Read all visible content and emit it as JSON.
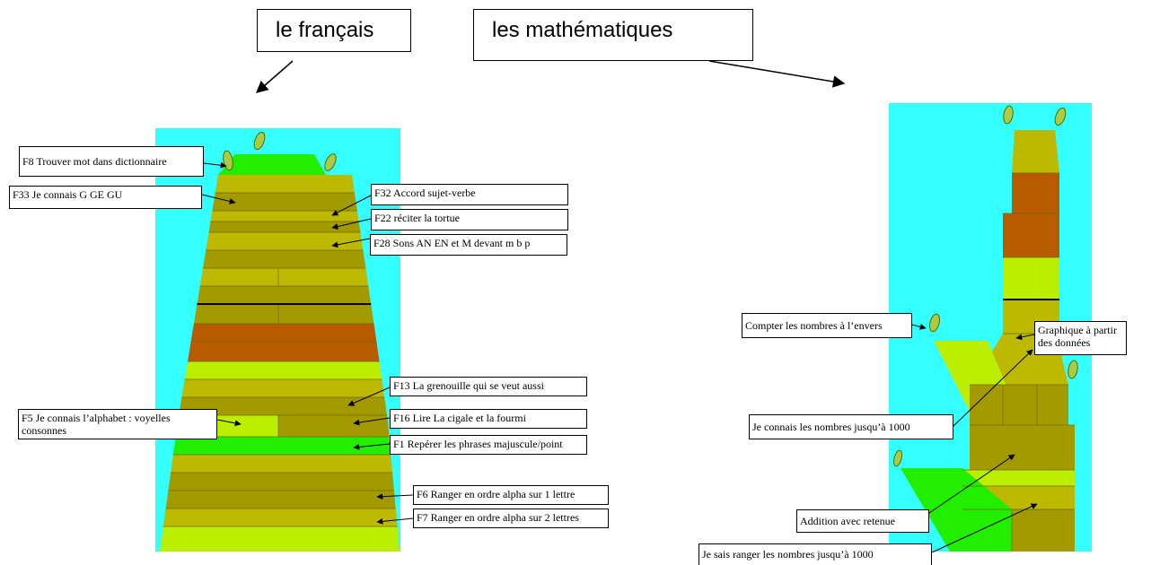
{
  "headers": {
    "francais": "le français",
    "maths": "les mathématiques"
  },
  "francais_labels": {
    "f8": "F8 Trouver mot dans dictionnaire",
    "f33": "F33 Je connais G GE GU",
    "f32": "F32 Accord sujet-verbe",
    "f22": "F22 réciter la tortue",
    "f28": "F28 Sons AN EN et M devant m b p",
    "f13": "F13 La grenouille qui se veut aussi",
    "f5": "F5 Je connais l’alphabet : voyelles consonnes",
    "f16": "F16 Lire La cigale et la fourmi",
    "f1": "F1 Repérer les phrases majuscule/point",
    "f6": "F6 Ranger en ordre alpha sur 1 lettre",
    "f7": "F7 Ranger en ordre alpha sur 2 lettres"
  },
  "maths_labels": {
    "compter": "Compter les nombres à l’envers",
    "graphique": "Graphique à partir des données",
    "connais": "Je connais les nombres jusqu’à 1000",
    "addition": "Addition avec retenue",
    "ranger": "Je sais ranger les nombres jusqu’à 1000"
  },
  "colors": {
    "sky": "#33ffff",
    "olive": "#bdb900",
    "olive_dark": "#a39a00",
    "brown": "#b85a00",
    "lime": "#bbee00",
    "green": "#22ee00"
  }
}
